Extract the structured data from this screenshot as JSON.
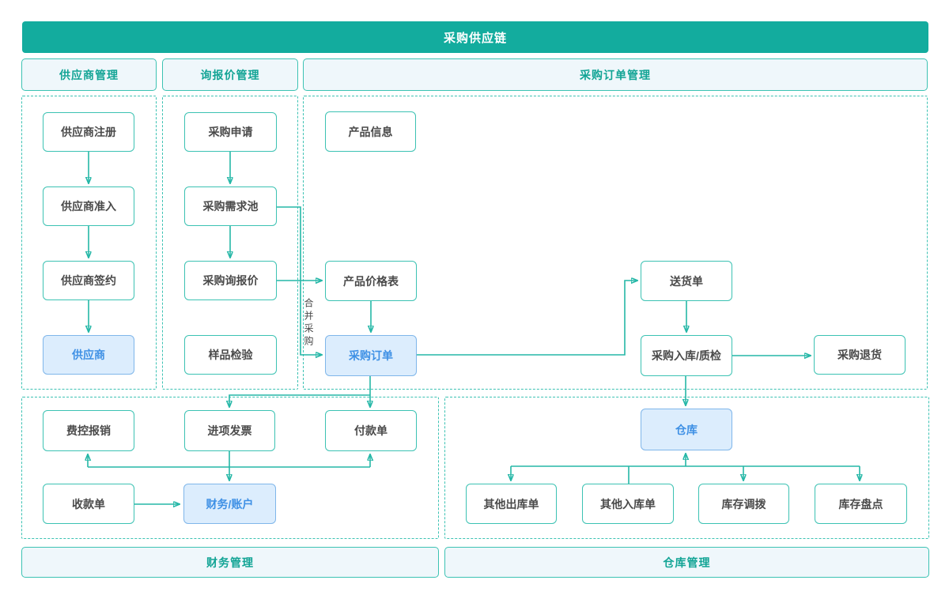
{
  "title": "采购供应链",
  "sections": {
    "supplier_mgmt": "供应商管理",
    "inquiry_mgmt": "询报价管理",
    "po_mgmt": "采购订单管理",
    "finance_mgmt": "财务管理",
    "warehouse_mgmt": "仓库管理"
  },
  "edge_label": "合并采购",
  "nodes": {
    "supplier_register": "供应商注册",
    "supplier_admission": "供应商准入",
    "supplier_signing": "供应商签约",
    "supplier": "供应商",
    "purchase_request": "采购申请",
    "demand_pool": "采购需求池",
    "purchase_rfq": "采购询报价",
    "sample_inspection": "样品检验",
    "product_info": "产品信息",
    "product_price_list": "产品价格表",
    "purchase_order": "采购订单",
    "delivery_note": "送货单",
    "purchase_receipt_qc": "采购入库/质检",
    "purchase_return": "采购退货",
    "expense_reimbursement": "费控报销",
    "input_invoice": "进项发票",
    "payment_order": "付款单",
    "receipt_order": "收款单",
    "finance_account": "财务/账户",
    "warehouse": "仓库",
    "other_outbound": "其他出库单",
    "other_inbound": "其他入库单",
    "inventory_transfer": "库存调拨",
    "inventory_count": "库存盘点"
  },
  "colors": {
    "banner_teal": "#13AC9E",
    "line_teal": "#25B7A7",
    "node_border": "#3CC2B3",
    "section_fill": "#EFF7FB",
    "highlight_fill": "#DCEDFD",
    "highlight_border": "#7FB6EA",
    "highlight_text": "#3E90E5",
    "node_text": "#4A4A4A"
  }
}
